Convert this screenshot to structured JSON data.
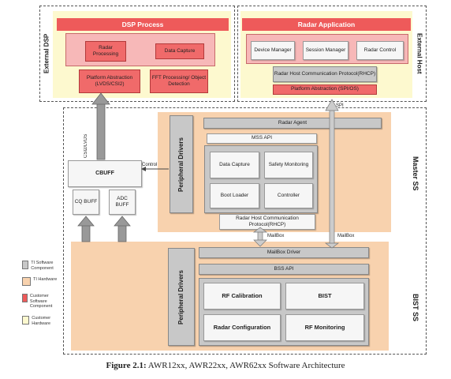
{
  "external_dsp": {
    "side_label": "External DSP",
    "title": "DSP Process",
    "radar_processing": "Radar Processing",
    "data_capture": "Data Capture",
    "platform_abstraction": "Platform Abstraction (LVDS/CSI2)",
    "fft_processing": "FFT Processing/ Object Detection"
  },
  "external_host": {
    "side_label": "External Host",
    "title": "Radar Application",
    "device_manager": "Device Manager",
    "session_manager": "Session Manager",
    "radar_control": "Radar Control",
    "rhcp": "Radar Host Communication Protocol(RHCP)",
    "platform_abstraction": "Platform Abstraction (SPI/OS)"
  },
  "master_ss": {
    "side_label": "Master SS",
    "peripheral_drivers": "Peripheral Drivers",
    "radar_agent": "Radar Agent",
    "mss_api": "MSS API",
    "data_capture": "Data Capture",
    "safety_monitoring": "Safety Monitoring",
    "boot_loader": "Boot Loader",
    "controller": "Controller",
    "rhcp": "Radar Host Communication Protocol(RHCP)"
  },
  "bist_ss": {
    "side_label": "BIST SS",
    "peripheral_drivers": "Peripheral Drivers",
    "mailbox_driver": "MailBox Driver",
    "bss_api": "BSS API",
    "rf_calibration": "RF Calibration",
    "bist": "BIST",
    "radar_configuration": "Radar Configuration",
    "rf_monitoring": "RF Monitoring"
  },
  "buffers": {
    "cbuff": "CBUFF",
    "cq_buff": "CQ BUFF",
    "adc_buff": "ADC BUFF"
  },
  "links": {
    "csi2_lvds": "CSI2/LVDS",
    "control": "Control",
    "spi": "SPI",
    "mailbox_left": "MailBox",
    "mailbox_right": "MailBox"
  },
  "legend": [
    {
      "label": "TI Software Component",
      "color": "#c8c8c8"
    },
    {
      "label": "TI Hardware",
      "color": "#f8d2ae"
    },
    {
      "label": "Customer Software Component",
      "color": "#ee5a5a"
    },
    {
      "label": "Customer Hardware",
      "color": "#fdf9cf"
    }
  ],
  "caption": {
    "label": "Figure 2.1:",
    "text": "AWR12xx, AWR22xx, AWR62xx Software Architecture"
  }
}
